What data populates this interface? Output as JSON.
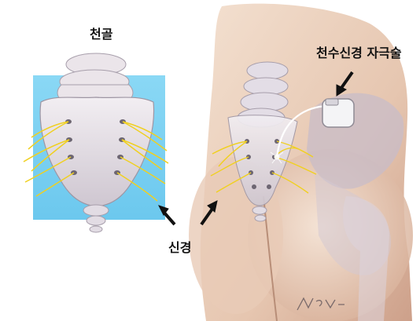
{
  "labels": {
    "sacrum": "천골",
    "stimulation": "천수신경 자극술",
    "nerve": "신경"
  },
  "colors": {
    "skin": "#ead1bd",
    "skin_shadow": "#c9a28c",
    "bone": "#ebe5ea",
    "bone_shadow": "#b9b0bb",
    "panel_blue": "#7fd2f2",
    "nerve_yellow": "#f0d020",
    "arrow": "#111111",
    "device": "#f4f4f6"
  },
  "icons": [
    "arrow-icon"
  ]
}
